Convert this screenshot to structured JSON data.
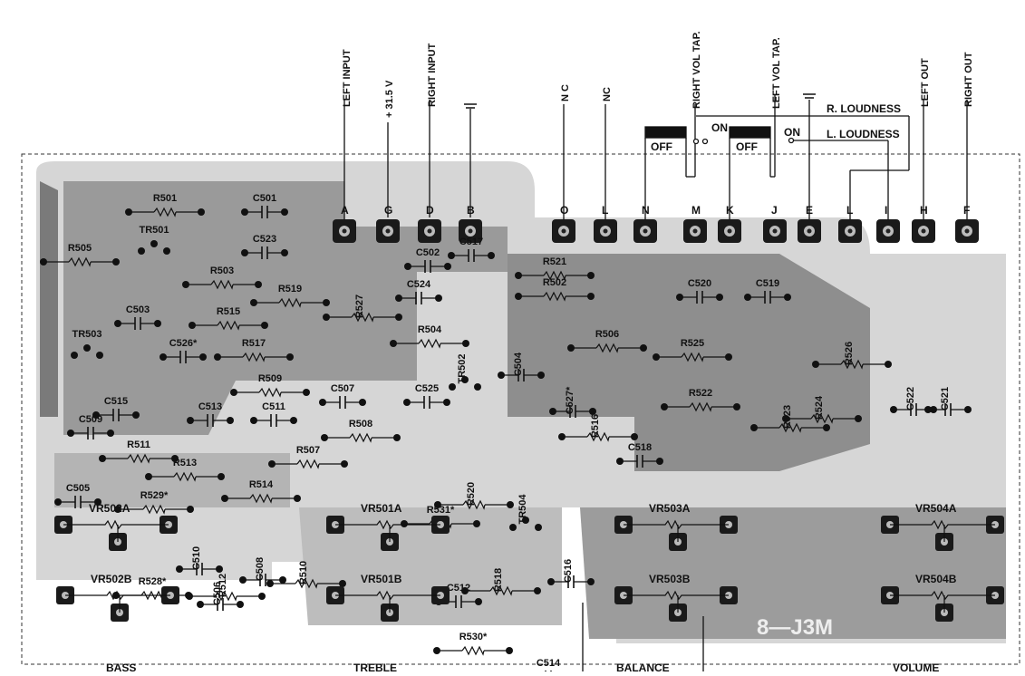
{
  "terminals_top": [
    {
      "letter": "A",
      "label": "LEFT INPUT"
    },
    {
      "letter": "G",
      "label": "+ 31.5 V"
    },
    {
      "letter": "D",
      "label": "RIGHT INPUT"
    },
    {
      "letter": "B",
      "label": ""
    },
    {
      "letter": "O",
      "label": "N C"
    },
    {
      "letter": "L",
      "label": "NC"
    },
    {
      "letter": "N",
      "label": ""
    },
    {
      "letter": "M",
      "label": "RIGHT VOL TAP."
    },
    {
      "letter": "K",
      "label": ""
    },
    {
      "letter": "J",
      "label": "LEFT VOL TAP."
    },
    {
      "letter": "E",
      "label": ""
    },
    {
      "letter": "L",
      "label": ""
    },
    {
      "letter": "I",
      "label": ""
    },
    {
      "letter": "H",
      "label": "LEFT OUT"
    },
    {
      "letter": "F",
      "label": "RIGHT OUT"
    }
  ],
  "switches": {
    "off": "OFF",
    "on": "ON",
    "r_loudness": "R. LOUDNESS",
    "l_loudness": "L. LOUDNESS"
  },
  "components": [
    {
      "ref": "R501"
    },
    {
      "ref": "C501"
    },
    {
      "ref": "TR501"
    },
    {
      "ref": "C523"
    },
    {
      "ref": "R505"
    },
    {
      "ref": "R503"
    },
    {
      "ref": "C503"
    },
    {
      "ref": "R515"
    },
    {
      "ref": "R519"
    },
    {
      "ref": "R527"
    },
    {
      "ref": "C526*"
    },
    {
      "ref": "TR503"
    },
    {
      "ref": "R517"
    },
    {
      "ref": "C515"
    },
    {
      "ref": "R509"
    },
    {
      "ref": "C513"
    },
    {
      "ref": "C511"
    },
    {
      "ref": "C507"
    },
    {
      "ref": "C509"
    },
    {
      "ref": "R511"
    },
    {
      "ref": "R508"
    },
    {
      "ref": "R507"
    },
    {
      "ref": "R513"
    },
    {
      "ref": "C505"
    },
    {
      "ref": "R529*"
    },
    {
      "ref": "R514"
    },
    {
      "ref": "C502"
    },
    {
      "ref": "C524"
    },
    {
      "ref": "R504"
    },
    {
      "ref": "C517"
    },
    {
      "ref": "R521"
    },
    {
      "ref": "R502"
    },
    {
      "ref": "TR502"
    },
    {
      "ref": "C504"
    },
    {
      "ref": "C525"
    },
    {
      "ref": "R506"
    },
    {
      "ref": "C527*"
    },
    {
      "ref": "R516"
    },
    {
      "ref": "C520"
    },
    {
      "ref": "C519"
    },
    {
      "ref": "R525"
    },
    {
      "ref": "R526"
    },
    {
      "ref": "R522"
    },
    {
      "ref": "R523"
    },
    {
      "ref": "R524"
    },
    {
      "ref": "C518"
    },
    {
      "ref": "C522"
    },
    {
      "ref": "C521"
    },
    {
      "ref": "R520"
    },
    {
      "ref": "R531*"
    },
    {
      "ref": "TR504"
    },
    {
      "ref": "R518"
    },
    {
      "ref": "C516"
    },
    {
      "ref": "C510"
    },
    {
      "ref": "R528*"
    },
    {
      "ref": "R512"
    },
    {
      "ref": "C508"
    },
    {
      "ref": "R510"
    },
    {
      "ref": "C506"
    },
    {
      "ref": "C512"
    },
    {
      "ref": "R530*"
    },
    {
      "ref": "C514"
    }
  ],
  "pots": [
    "VR502A",
    "VR502B",
    "VR501A",
    "VR501B",
    "VR503A",
    "VR503B",
    "VR504A",
    "VR504B"
  ],
  "board_code": "8—J3M",
  "bottom_labels": [
    "BASS",
    "TREBLE",
    "BALANCE",
    "VOLUME"
  ],
  "colors": {
    "copper": "#8a8a8a",
    "trace_light": "#c9c9c9",
    "pad": "#1a1a1a",
    "ink": "#111111",
    "board": "#ffffff"
  }
}
